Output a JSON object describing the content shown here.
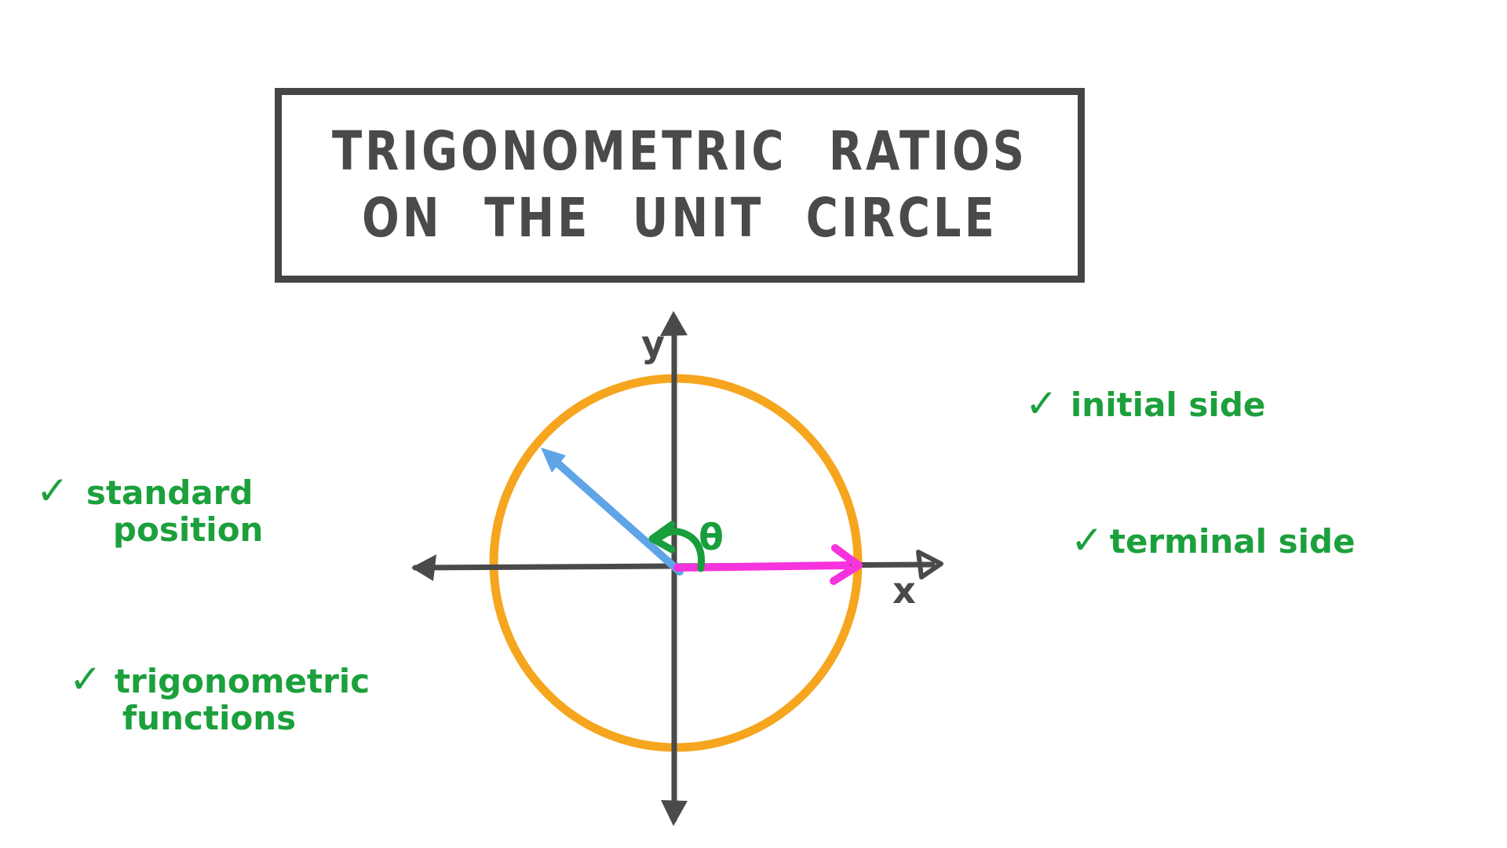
{
  "title": {
    "line1": "TRIGONOMETRIC RATIOS",
    "line2": "ON THE UNIT CIRCLE"
  },
  "diagram": {
    "axis_labels": {
      "x": "x",
      "y": "y"
    },
    "angle_label": "θ",
    "colors": {
      "circle": "#F6A51E",
      "axes": "#4A4A4A",
      "terminal_side": "#5FA4E7",
      "initial_side": "#F733DE",
      "angle": "#189E3C"
    }
  },
  "annotations": {
    "checkmark": "✓",
    "text_color": "#1CA03C",
    "items": [
      {
        "line1": "standard",
        "line2": "position"
      },
      {
        "line1": "trigonometric",
        "line2": "functions"
      },
      {
        "label": "initial side"
      },
      {
        "label": "terminal side"
      }
    ]
  }
}
